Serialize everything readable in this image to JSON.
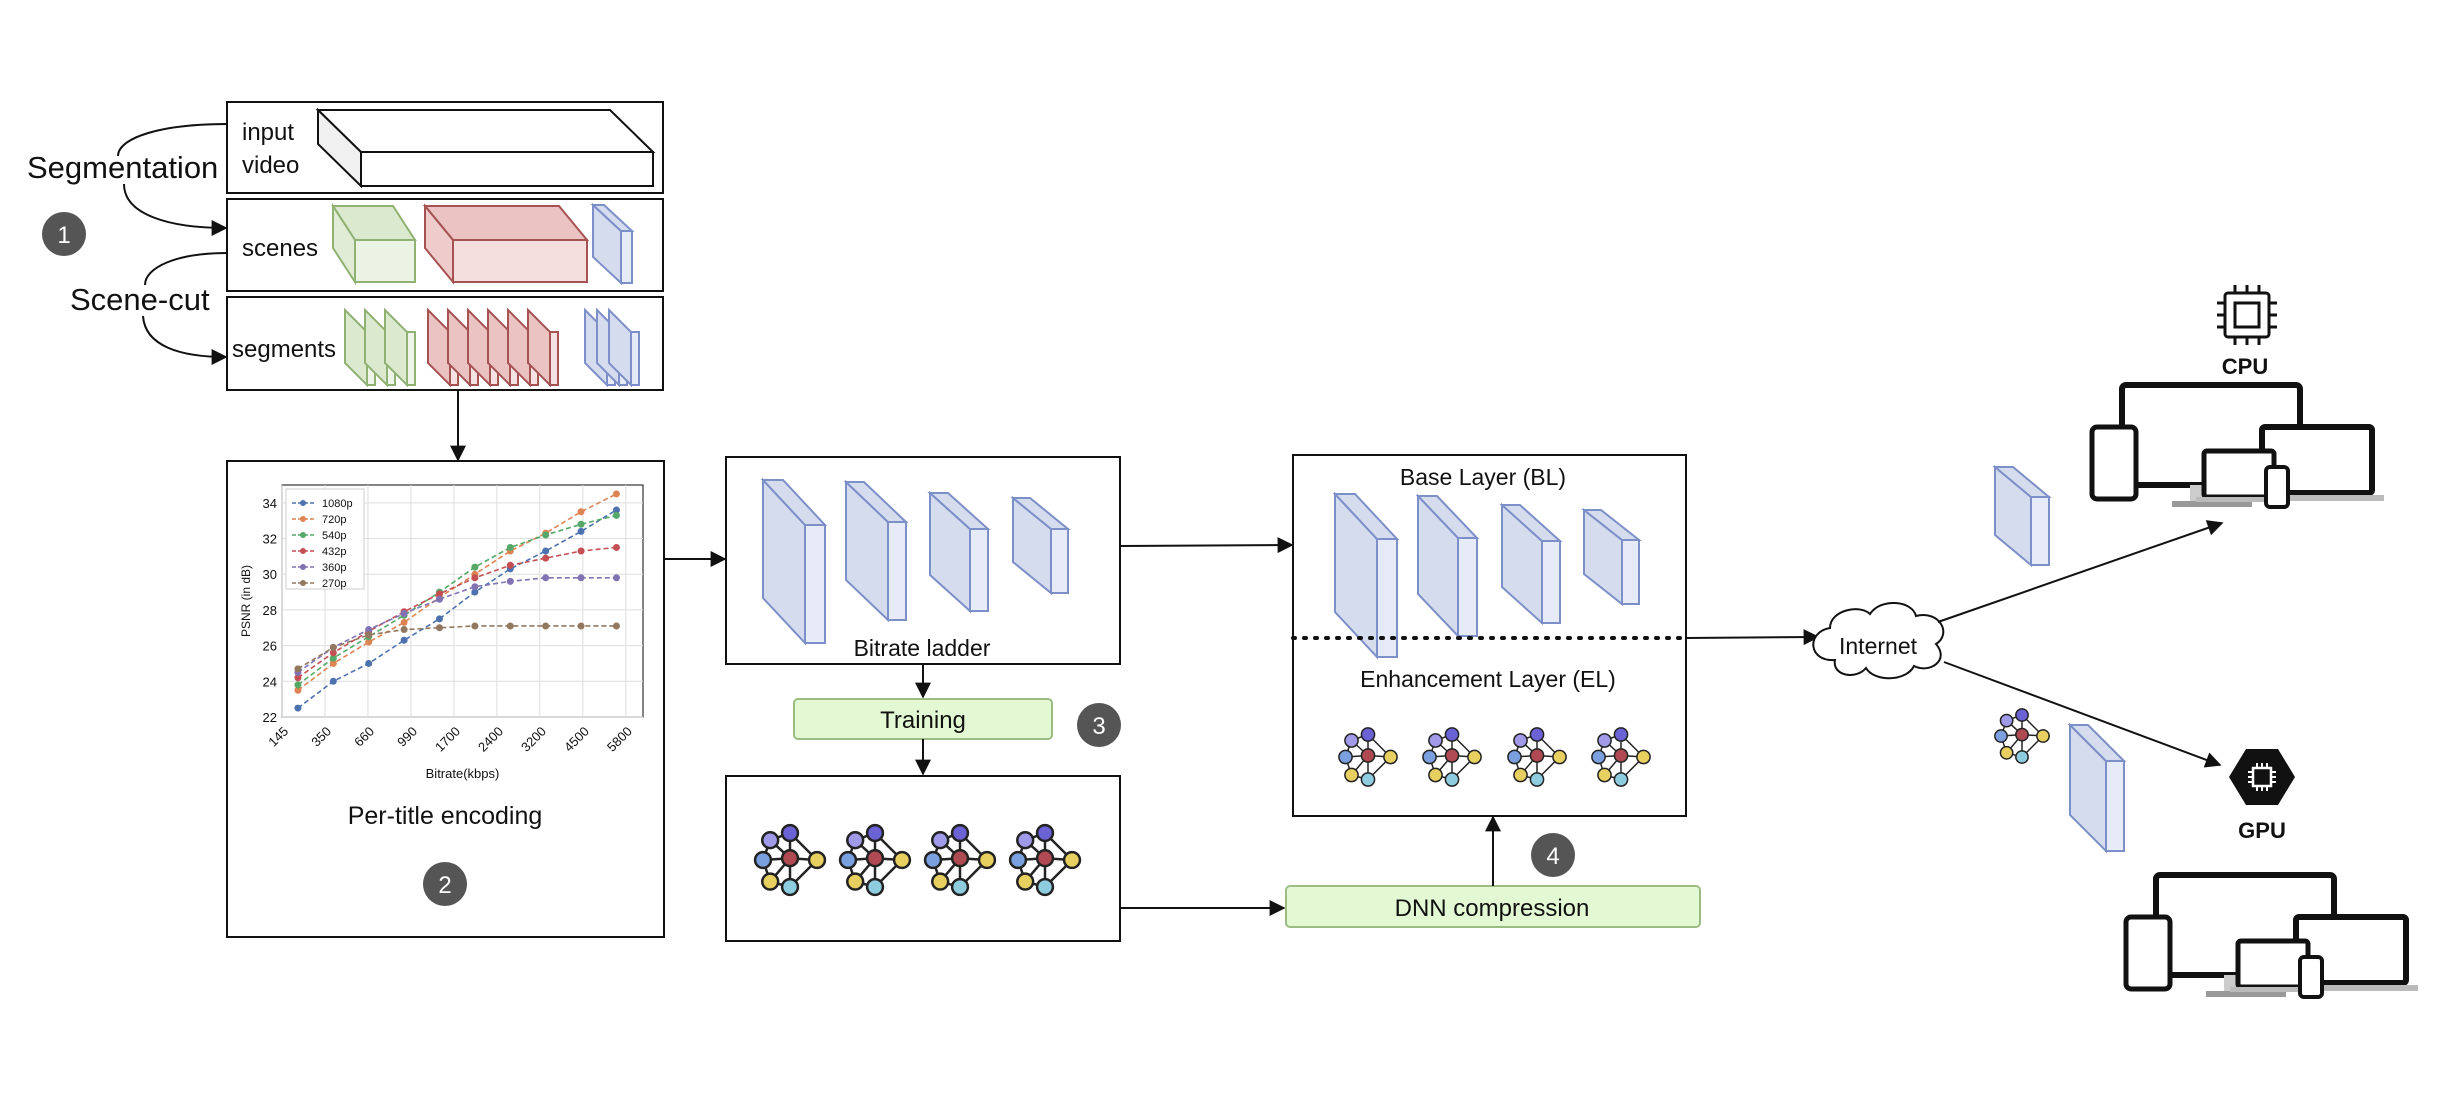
{
  "left": {
    "segmentation": "Segmentation",
    "scene_cut": "Scene-cut",
    "input_video": [
      "input",
      "video"
    ],
    "scenes": "scenes",
    "segments": "segments"
  },
  "steps": {
    "one": "1",
    "two": "2",
    "three": "3",
    "four": "4"
  },
  "per_title": {
    "title": "Per-title encoding",
    "chart_data": {
      "type": "line",
      "xlabel": "Bitrate(kbps)",
      "ylabel": "PSNR (in dB)",
      "x_ticks": [
        "145",
        "350",
        "660",
        "990",
        "1700",
        "2400",
        "3200",
        "4500",
        "5800"
      ],
      "y_ticks": [
        "22",
        "24",
        "26",
        "28",
        "30",
        "32",
        "34"
      ],
      "ylim": [
        22,
        35
      ],
      "x_index": [
        1,
        2,
        3,
        4,
        5,
        6,
        7,
        8,
        9,
        10
      ],
      "legend_position": "top-left",
      "grid": true,
      "series": [
        {
          "name": "1080p",
          "color": "#4c72b0",
          "values": [
            22.5,
            24.0,
            25.0,
            26.3,
            27.5,
            29.0,
            30.3,
            31.3,
            32.4,
            33.6
          ]
        },
        {
          "name": "720p",
          "color": "#dd8452",
          "values": [
            23.5,
            25.0,
            26.2,
            27.3,
            28.7,
            30.0,
            31.3,
            32.3,
            33.5,
            34.5
          ]
        },
        {
          "name": "540p",
          "color": "#55a868",
          "values": [
            23.8,
            25.3,
            26.5,
            27.7,
            29.0,
            30.4,
            31.5,
            32.2,
            32.8,
            33.3
          ]
        },
        {
          "name": "432p",
          "color": "#c44e52",
          "values": [
            24.2,
            25.6,
            26.8,
            27.9,
            28.9,
            29.8,
            30.5,
            30.9,
            31.3,
            31.5
          ]
        },
        {
          "name": "360p",
          "color": "#8172b3",
          "values": [
            24.5,
            25.9,
            26.9,
            27.8,
            28.6,
            29.3,
            29.6,
            29.8,
            29.8,
            29.8
          ]
        },
        {
          "name": "270p",
          "color": "#937860",
          "values": [
            24.7,
            25.9,
            26.6,
            26.9,
            27.0,
            27.1,
            27.1,
            27.1,
            27.1,
            27.1
          ]
        }
      ]
    }
  },
  "bitrate_ladder": "Bitrate ladder",
  "training": "Training",
  "base_layer": "Base Layer (BL)",
  "enhancement_layer": "Enhancement Layer (EL)",
  "dnn_compression": "DNN compression",
  "internet": "Internet",
  "cpu": "CPU",
  "gpu": "GPU",
  "colors": {
    "green_fill": "#dbe9cf",
    "green_stroke": "#8fb172",
    "red_fill": "#ebc3c3",
    "red_stroke": "#a65252",
    "blue_fill": "#d5dcee",
    "blue_stroke": "#7d8fc9",
    "label_box_fill": "#e3f9d3",
    "label_box_stroke": "#9cbd82",
    "badge": "#555555"
  }
}
